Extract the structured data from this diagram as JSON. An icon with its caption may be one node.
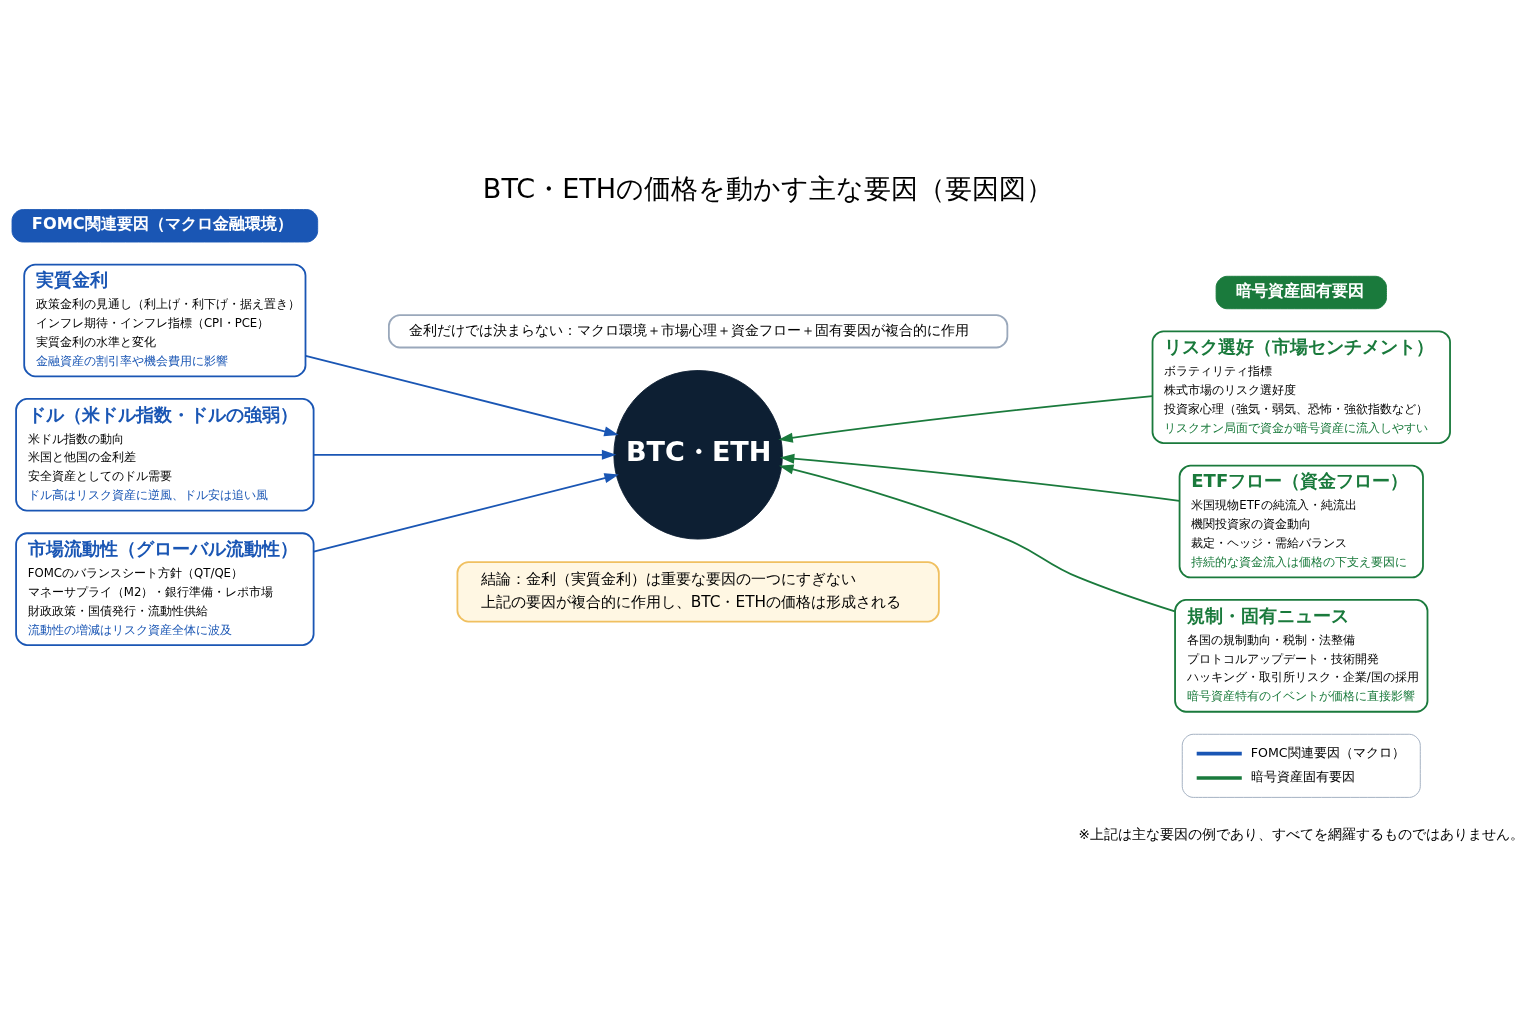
{
  "diagram": {
    "title": "BTC・ETHの価格を動かす主な要因（要因図）",
    "nodes": [
      {
        "text": [
          "金利だけでは決まらない：マクロ環境＋市場心理＋資金フロー＋固有要因が複合的に作用"
        ]
      },
      {
        "text": [
          "FOMC関連要因（マクロ金融環境）"
        ]
      },
      {
        "text": [
          "暗号資産固有要因"
        ]
      },
      {
        "text": [
          "実質金利",
          "政策金利の見通し（利上げ・利下げ・据え置き）",
          "インフレ期待・インフレ指標（CPI・PCE）",
          "実質金利の水準と変化",
          "金融資産の割引率や機会費用に影響"
        ]
      },
      {
        "text": [
          "リスク選好（市場センチメント）",
          "ボラティリティ指標",
          "株式市場のリスク選好度",
          "投資家心理（強気・弱気、恐怖・強欲指数など）",
          "リスクオン局面で資金が暗号資産に流入しやすい"
        ]
      },
      {
        "text": [
          "ドル（米ドル指数・ドルの強弱）",
          "米ドル指数の動向",
          "米国と他国の金利差",
          "安全資産としてのドル需要",
          "ドル高はリスク資産に逆風、ドル安は追い風"
        ]
      },
      {
        "text": [
          "ETFフロー（資金フロー）",
          "米国現物ETFの純流入・純流出",
          "機関投資家の資金動向",
          "裁定・ヘッジ・需給バランス",
          "持続的な資金流入は価格の下支え要因に"
        ]
      },
      {
        "text": [
          "市場流動性（グローバル流動性）",
          "FOMCのバランスシート方針（QT/QE）",
          "マネーサプライ（M2）・銀行準備・レポ市場",
          "財政政策・国債発行・流動性供給",
          "流動性の増減はリスク資産全体に波及"
        ]
      },
      {
        "text": [
          "規制・固有ニュース",
          "各国の規制動向・税制・法整備",
          "プロトコルアップデート・技術開発",
          "ハッキング・取引所リスク・企業/国の採用",
          "暗号資産特有のイベントが価格に直接影響"
        ]
      },
      {
        "text": [
          "BTC・ETH"
        ]
      },
      {
        "text": [
          "結論：金利（実質金利）は重要な要因の一つにすぎない",
          "上記の要因が複合的に作用し、BTC・ETHの価格は形成される"
        ]
      }
    ],
    "edges": [
      {
        "from": 3,
        "to": 9,
        "arrow": "to",
        "color": "#1a56b4"
      },
      {
        "from": 5,
        "to": 9,
        "arrow": "to",
        "color": "#1a56b4"
      },
      {
        "from": 7,
        "to": 9,
        "arrow": "to",
        "color": "#1a56b4"
      },
      {
        "from": 4,
        "to": 9,
        "arrow": "to",
        "color": "#1a7a3c"
      },
      {
        "from": 6,
        "to": 9,
        "arrow": "to",
        "color": "#1a7a3c"
      },
      {
        "from": 8,
        "to": 9,
        "arrow": "to",
        "color": "#1a7a3c"
      }
    ],
    "labels": [
      "※上記は主な要因の例であり、すべてを網羅するものではありません。"
    ],
    "legend": [
      {
        "text": "FOMC関連要因（マクロ）"
      },
      {
        "text": "暗号資産固有要因"
      }
    ]
  }
}
